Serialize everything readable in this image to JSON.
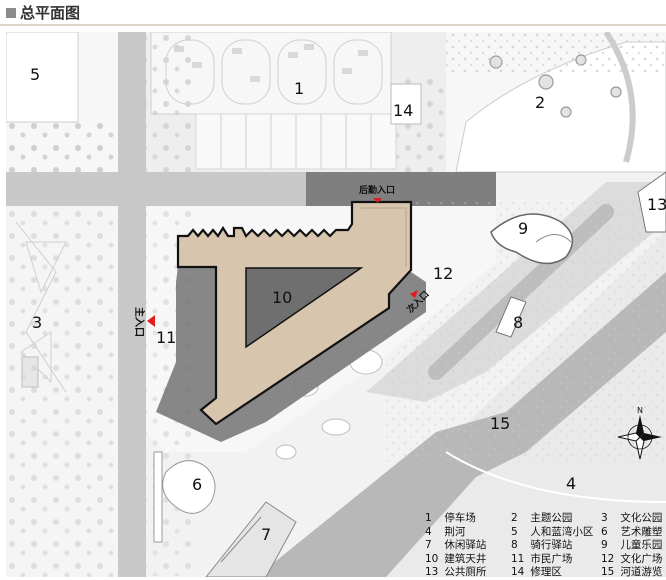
{
  "header": {
    "title": "总平面图"
  },
  "entrances": {
    "main": "主入口",
    "back": "后勤入口",
    "secondary": "次入口"
  },
  "zones": [
    {
      "number": "1"
    },
    {
      "number": "2"
    },
    {
      "number": "3"
    },
    {
      "number": "4"
    },
    {
      "number": "5"
    },
    {
      "number": "6"
    },
    {
      "number": "7"
    },
    {
      "number": "8"
    },
    {
      "number": "9"
    },
    {
      "number": "10"
    },
    {
      "number": "11"
    },
    {
      "number": "12"
    },
    {
      "number": "13"
    },
    {
      "number": "14"
    },
    {
      "number": "15"
    }
  ],
  "legend": [
    {
      "number": "1",
      "label": "停车场"
    },
    {
      "number": "2",
      "label": "主题公园"
    },
    {
      "number": "3",
      "label": "文化公园"
    },
    {
      "number": "4",
      "label": "荆河"
    },
    {
      "number": "5",
      "label": "人和蓝湾小区"
    },
    {
      "number": "6",
      "label": "艺术雕塑"
    },
    {
      "number": "7",
      "label": "休闲驿站"
    },
    {
      "number": "8",
      "label": "骑行驿站"
    },
    {
      "number": "9",
      "label": "儿童乐园"
    },
    {
      "number": "10",
      "label": "建筑天井"
    },
    {
      "number": "11",
      "label": "市民广场"
    },
    {
      "number": "12",
      "label": "文化广场"
    },
    {
      "number": "13",
      "label": "公共厕所"
    },
    {
      "number": "14",
      "label": "修理区"
    },
    {
      "number": "15",
      "label": "河道游览"
    }
  ],
  "icons": {
    "compass": "compass-rose-icon",
    "entrance_marker": "triangle-marker-icon",
    "header_marker": "square-marker-icon"
  },
  "colors": {
    "building": "#d8c5ad",
    "building_outline": "#111111",
    "shadow": "#7a7a7a",
    "road": "#c8c8c8",
    "ground": "#f2f2f2",
    "river": "#b8b8b8",
    "entrance_red": "#e41a1c"
  }
}
